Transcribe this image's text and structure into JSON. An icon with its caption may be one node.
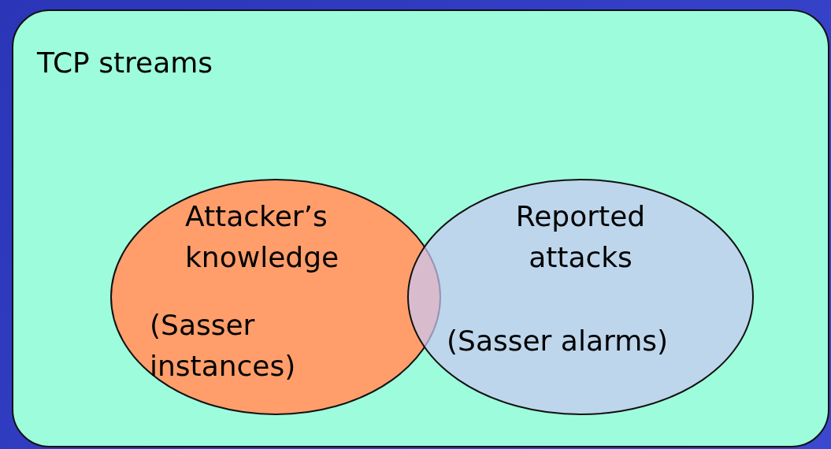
{
  "diagram": {
    "nodes": [
      {
        "text": [
          "TCP streams"
        ]
      },
      {
        "text": [
          "Attacker’s knowledge",
          "(Sasser instances)"
        ],
        "in": 0
      },
      {
        "text": [
          "Reported attacks",
          "(Sasser alarms)"
        ],
        "in": 0
      }
    ]
  }
}
